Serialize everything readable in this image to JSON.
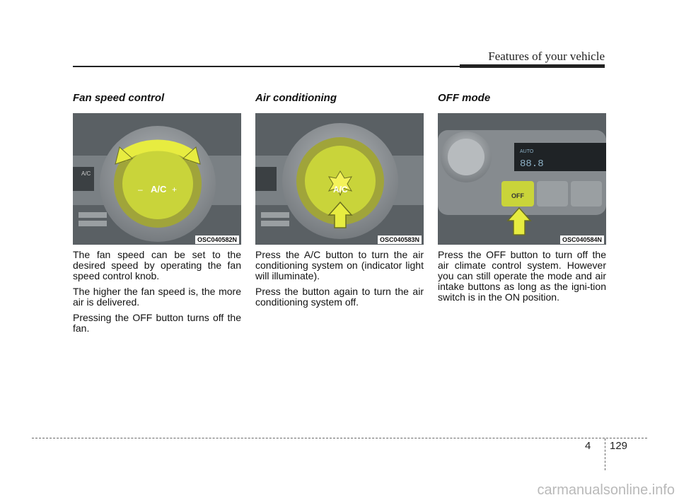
{
  "header": {
    "title": "Features of your vehicle"
  },
  "sections": [
    {
      "heading": "Fan speed control",
      "figure": {
        "code": "OSC040582N",
        "knob_label": "A/C"
      },
      "paragraphs": [
        "The fan speed can be set to the desired speed by operating the fan speed control knob.",
        "The higher the fan speed is, the more air is delivered.",
        "Pressing the OFF button turns off the fan."
      ]
    },
    {
      "heading": "Air conditioning",
      "figure": {
        "code": "OSC040583N",
        "knob_label": "A/C"
      },
      "paragraphs": [
        "Press the A/C button to turn the air conditioning system on (indicator light will illuminate).",
        "Press the button again to turn the air conditioning system off."
      ]
    },
    {
      "heading": "OFF mode",
      "figure": {
        "code": "OSC040584N",
        "button_label": "OFF",
        "display_label": "AUTO"
      },
      "paragraphs": [
        "Press the OFF button to turn off the air climate control system. However you can still operate the mode and air intake buttons as long as the igni-tion switch is in the ON position."
      ]
    }
  ],
  "footer": {
    "chapter": "4",
    "page": "129"
  },
  "watermark": "carmanualsonline.info",
  "colors": {
    "highlight": "#c9d43a",
    "panel": "#8a8f93"
  }
}
